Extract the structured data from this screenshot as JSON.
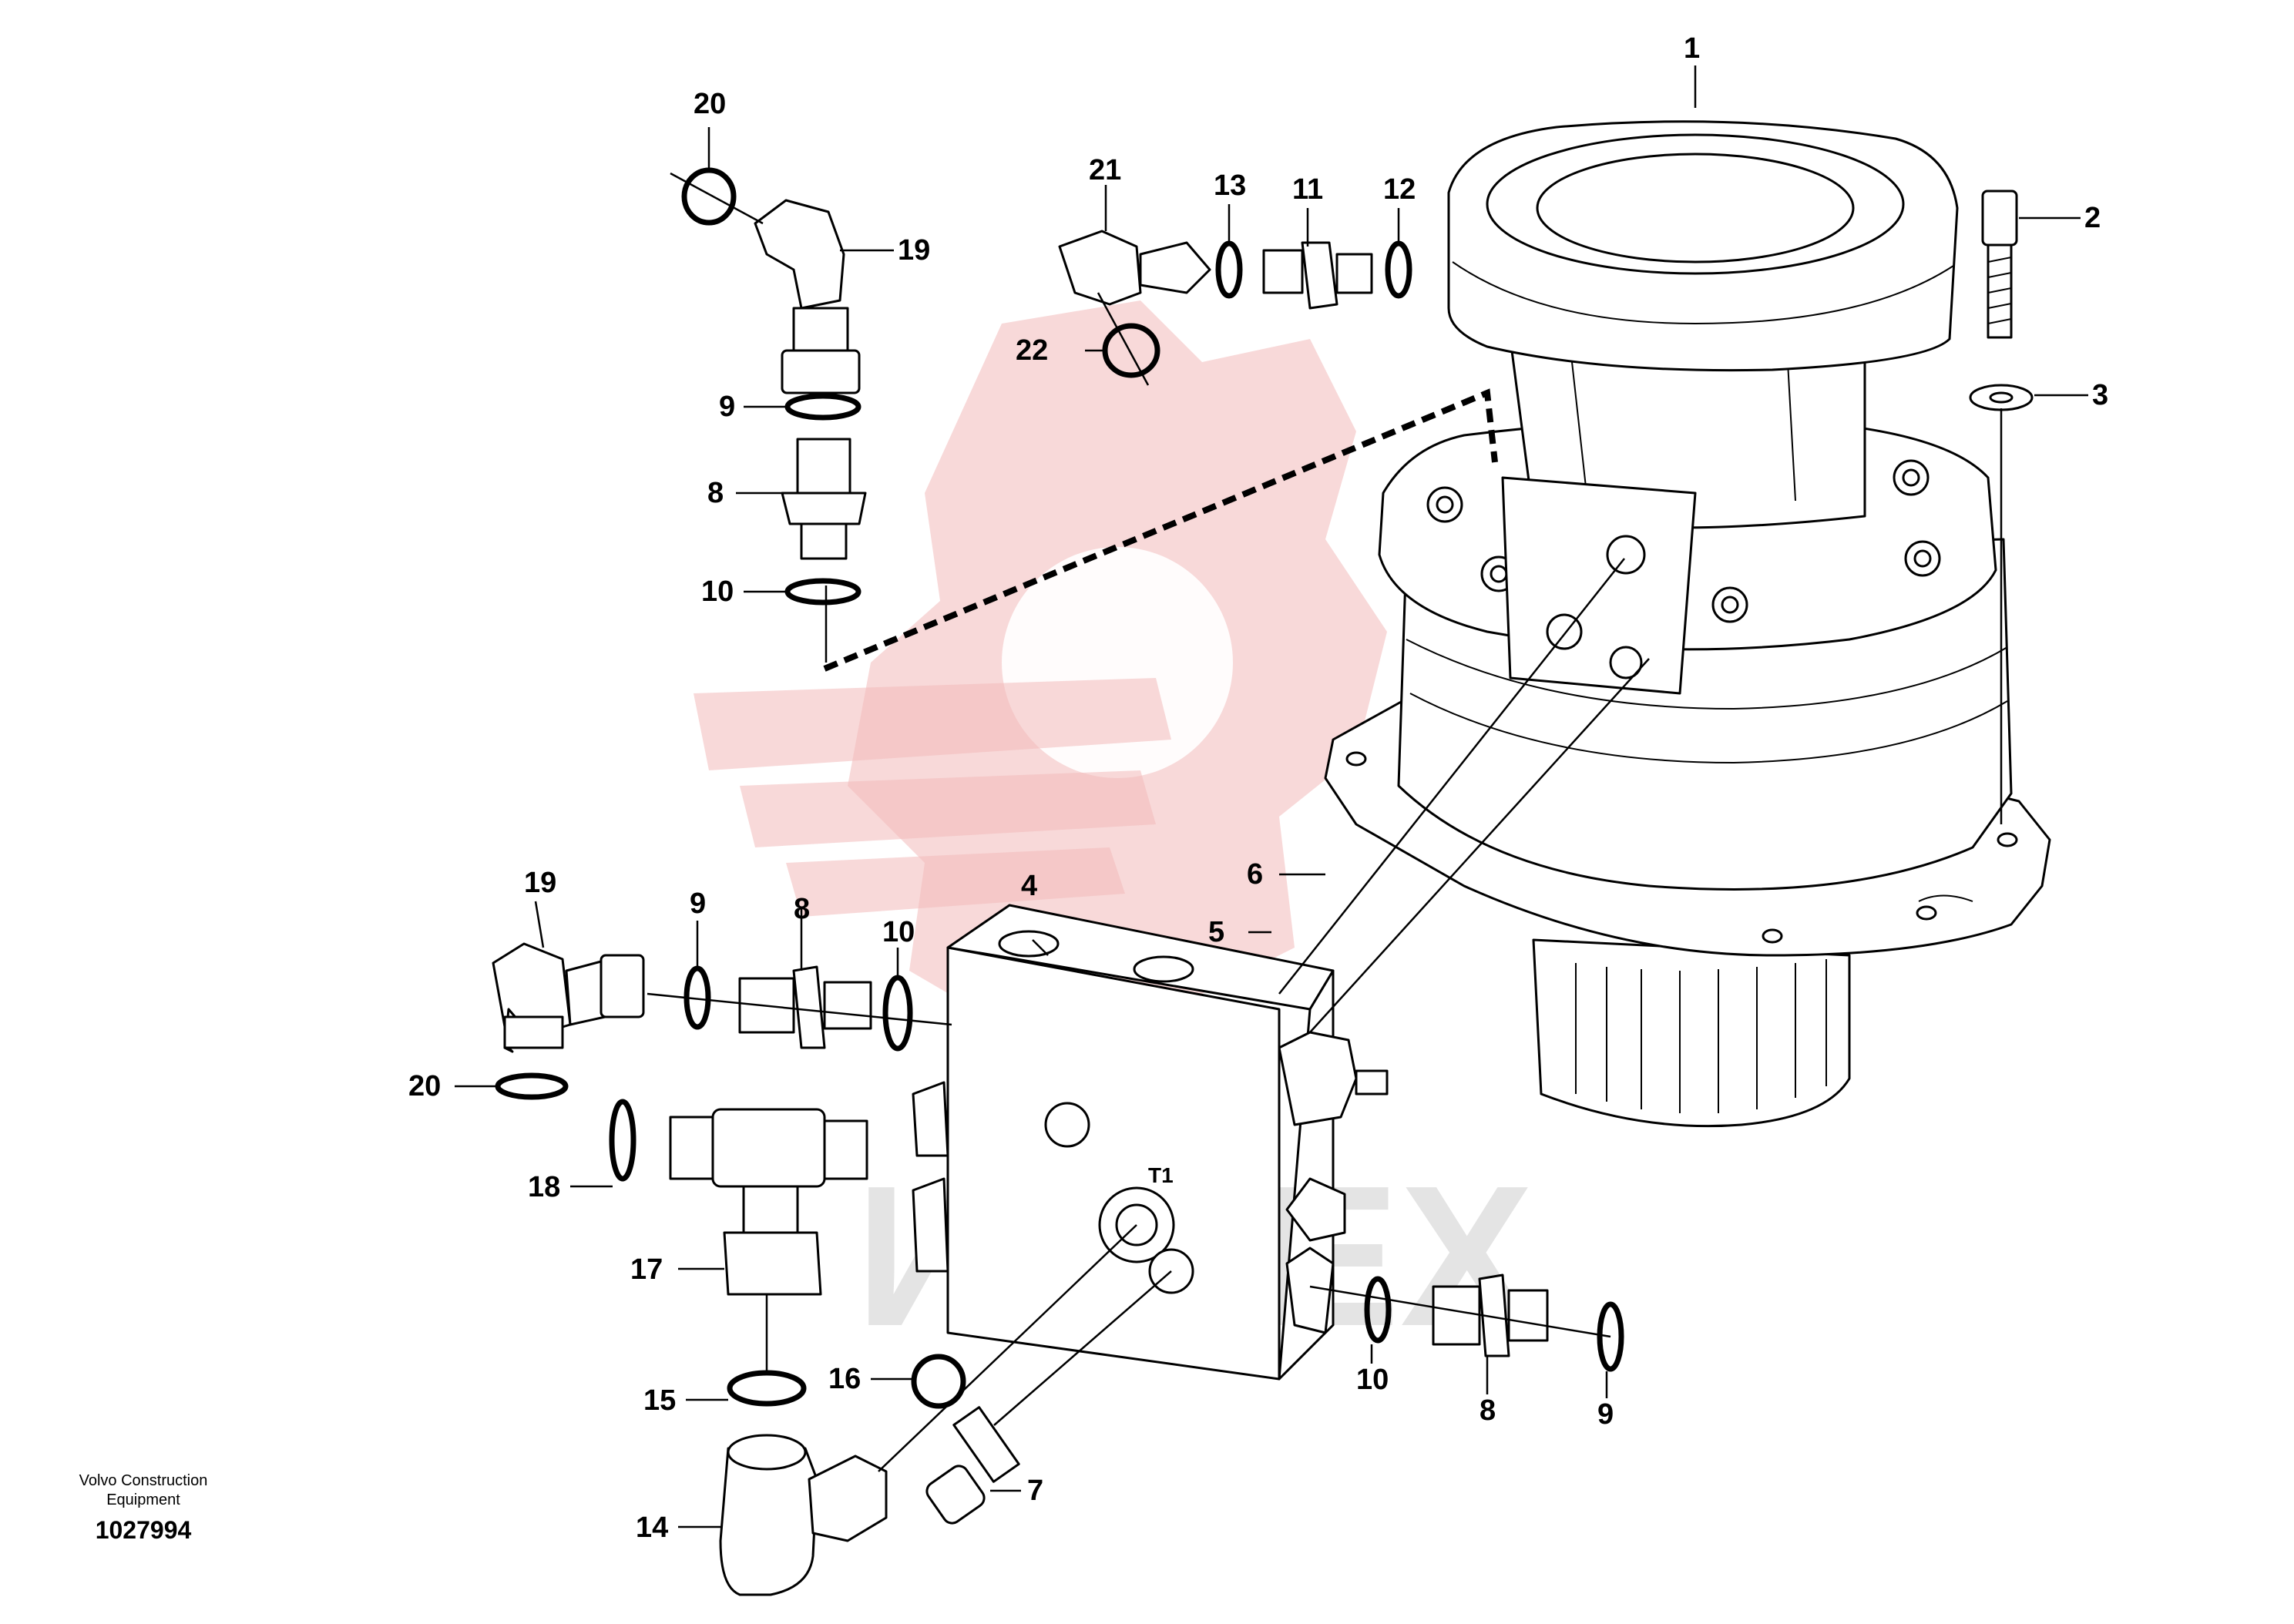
{
  "diagram": {
    "callouts": [
      "1",
      "2",
      "3",
      "4",
      "5",
      "6",
      "7",
      "8",
      "9",
      "10",
      "11",
      "12",
      "13",
      "14",
      "15",
      "16",
      "17",
      "18",
      "19",
      "20",
      "21",
      "22"
    ],
    "body_marking": "T1",
    "publisher_line1": "Volvo Construction",
    "publisher_line2": "Equipment",
    "document_number": "1027994",
    "watermark_text": "ИНТЕХ"
  }
}
